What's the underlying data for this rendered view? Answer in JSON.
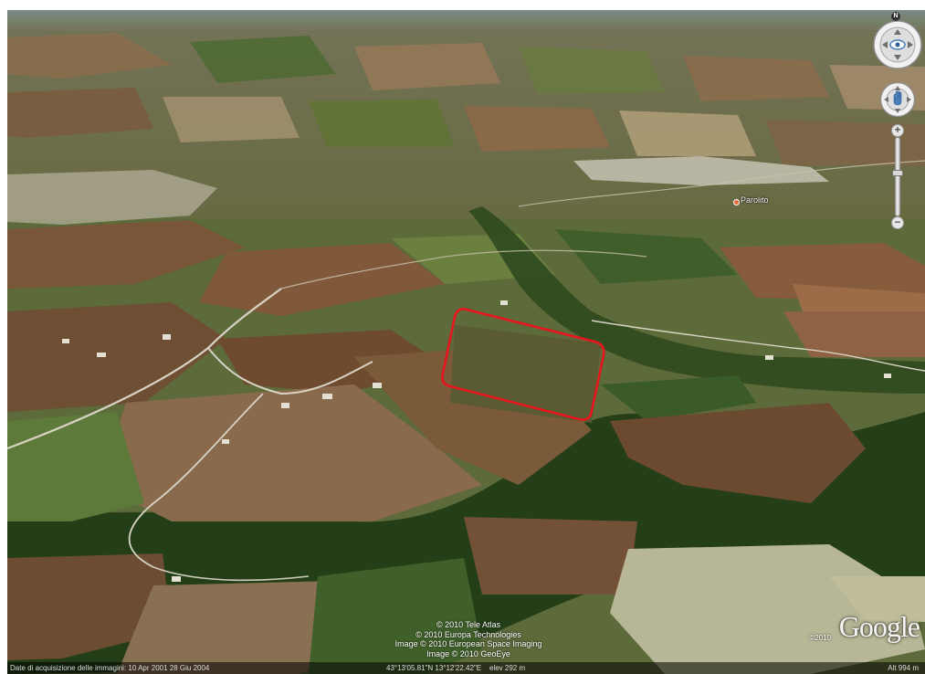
{
  "map": {
    "places": [
      {
        "name": "Parolito"
      }
    ],
    "highlight": {
      "shape": "rounded-rectangle",
      "color": "#e8161c"
    }
  },
  "credits": [
    "© 2010 Tele Atlas",
    "© 2010 Europa Technologies",
    "Image © 2010 European Space Imaging",
    "Image © 2010 GeoEye"
  ],
  "branding": {
    "logo": "Google",
    "copyright": "©2010"
  },
  "status_bar": {
    "imagery_date": "Date di acquisizione delle immagini: 10 Apr 2001 28 Giu 2004",
    "coordinates": "43°13'05.81\"N  13°12'22.42\"E",
    "elevation": "elev  292 m",
    "eye_altitude": "Alt  994 m"
  },
  "navigation": {
    "north_label": "N",
    "look_icon": "eye-icon",
    "move_icon": "hand-icon",
    "zoom_in_label": "+",
    "zoom_out_label": "−",
    "zoom_level_fraction": 0.55
  }
}
